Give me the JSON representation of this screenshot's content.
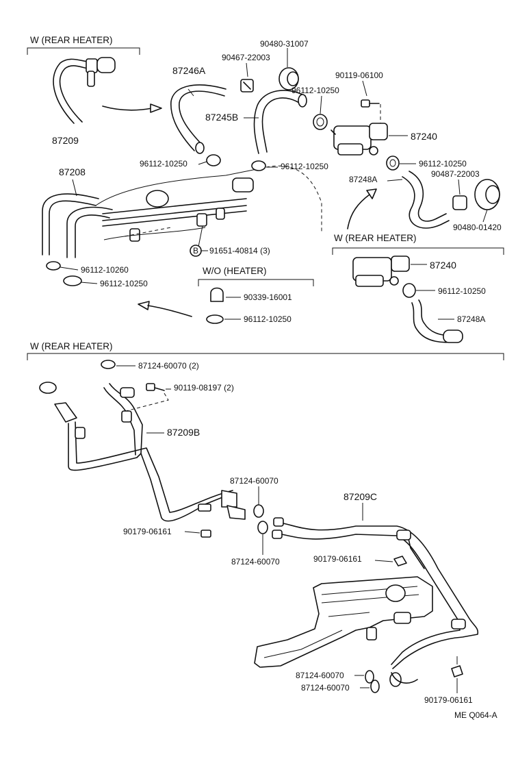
{
  "sections": {
    "top_left_header": "W (REAR HEATER)",
    "wo_heater_header": "W/O (HEATER)",
    "right_rear_header": "W (REAR HEATER)",
    "bottom_header": "W (REAR HEATER)"
  },
  "labels": {
    "p87209": "87209",
    "p87246A": "87246A",
    "p87245B": "87245B",
    "p87208": "87208",
    "p87240_top": "87240",
    "p87240_mid": "87240",
    "p87248A_top": "87248A",
    "p87248A_mid": "87248A",
    "p90480_31007": "90480-31007",
    "p90467_22003": "90467-22003",
    "p90119_06100": "90119-06100",
    "p96112_a": "96112-10250",
    "p96112_b": "96112-10250",
    "p96112_c": "96112-10250",
    "p96112_d": "96112-10250",
    "p96112_e": "96112-10260",
    "p96112_f": "96112-10250",
    "p96112_g": "96112-10250",
    "p96112_h": "96112-10250",
    "p90487_22003": "90487-22003",
    "p90480_01420": "90480-01420",
    "p91651": "91651-40814 (3)",
    "p91651_mark": "B",
    "p90339": "90339-16001",
    "p87124_top": "87124-60070 (2)",
    "p90119_08197": "90119-08197 (2)",
    "p87209B": "87209B",
    "p87124_mid1": "87124-60070",
    "p87124_mid2": "87124-60070",
    "p87209C": "87209C",
    "p90179_a": "90179-06161",
    "p90179_b": "90179-06161",
    "p90179_c": "90179-06161",
    "p87124_bot1": "87124-60070",
    "p87124_bot2": "87124-60070",
    "ref_code": "ME  Q064-A"
  }
}
